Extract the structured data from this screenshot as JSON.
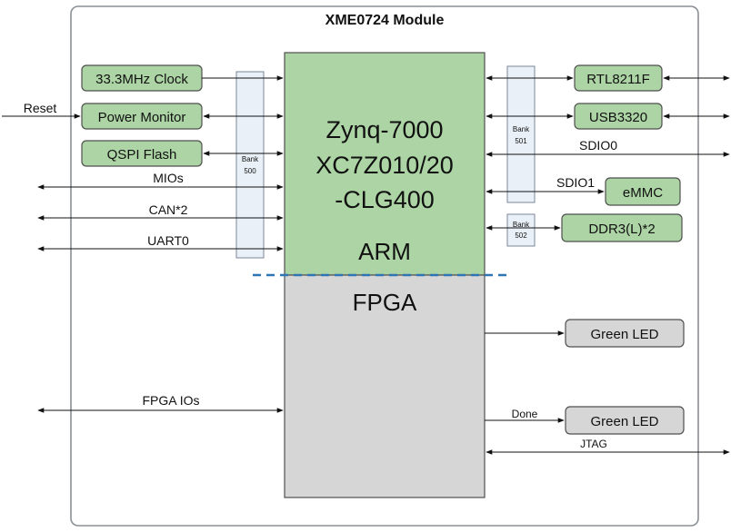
{
  "module": {
    "title": "XME0724 Module"
  },
  "soc": {
    "line1": "Zynq-7000",
    "line2": "XC7Z010/20",
    "line3": "-CLG400",
    "arm_label": "ARM",
    "fpga_label": "FPGA"
  },
  "banks": {
    "b500": {
      "word": "Bank",
      "num": "500"
    },
    "b501": {
      "word": "Bank",
      "num": "501"
    },
    "b502": {
      "word": "Bank",
      "num": "502"
    }
  },
  "blocks": {
    "clock": "33.3MHz Clock",
    "power_monitor": "Power Monitor",
    "qspi_flash": "QSPI Flash",
    "rtl8211f": "RTL8211F",
    "usb3320": "USB3320",
    "emmc": "eMMC",
    "ddr3": "DDR3(L)*2",
    "green_led_1": "Green LED",
    "green_led_2": "Green LED"
  },
  "signals": {
    "reset": "Reset",
    "mios": "MIOs",
    "can": "CAN*2",
    "uart": "UART0",
    "sdio0": "SDIO0",
    "sdio1": "SDIO1",
    "fpga_ios": "FPGA IOs",
    "done": "Done",
    "jtag": "JTAG"
  },
  "colors": {
    "arm_fill": "#acd4a4",
    "fpga_fill": "#d6d6d6",
    "block_fill": "#acd4a4",
    "led_fill": "#d6d6d6",
    "bank_fill": "#e9f0f7",
    "divider": "#2e75b6"
  }
}
